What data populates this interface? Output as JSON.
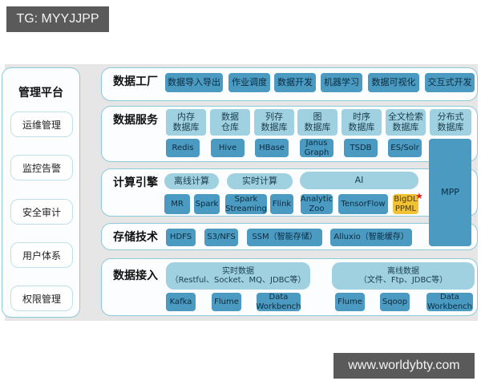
{
  "watermarks": {
    "top": "TG: MYYJJPP",
    "bottom": "www.worldybty.com"
  },
  "colors": {
    "dark_box": "#4a9ac2",
    "light_box": "#9fd1e0",
    "highlight": "#f3c233",
    "border": "#8cc9d9",
    "star": "#e02020"
  },
  "management": {
    "title": "管理平台",
    "items": [
      "运维管理",
      "监控告警",
      "安全审计",
      "用户体系",
      "权限管理"
    ]
  },
  "layers": {
    "factory": {
      "title": "数据工厂",
      "items": [
        "数据导入导出",
        "作业调度",
        "数据开发",
        "机器学习",
        "数据可视化",
        "交互式开发"
      ]
    },
    "service": {
      "title": "数据服务",
      "categories": [
        "内存\n数据库",
        "数据\n仓库",
        "列存\n数据库",
        "图\n数据库",
        "时序\n数据库",
        "全文检索\n数据库",
        "分布式\n数据库"
      ],
      "products": [
        "Redis",
        "Hive",
        "HBase",
        "Janus\nGraph",
        "TSDB",
        "ES/Solr"
      ]
    },
    "compute": {
      "title": "计算引擎",
      "groups": [
        "离线计算",
        "实时计算",
        "AI"
      ],
      "products": [
        "MR",
        "Spark",
        "Spark\nStreaming",
        "Flink",
        "Analytic\nZoo",
        "TensorFlow",
        "BigDL\nPPML"
      ],
      "highlight_mark": "★"
    },
    "storage": {
      "title": "存储技术",
      "items": [
        "HDFS",
        "S3/NFS",
        "SSM（智能存储）",
        "Alluxio（智能缓存）"
      ]
    },
    "ingest": {
      "title": "数据接入",
      "groups": [
        "实时数据\n（Restful、Socket、MQ、JDBC等）",
        "离线数据\n（文件、Ftp、JDBC等）"
      ],
      "products": [
        "Kafka",
        "Flume",
        "Data\nWorkbench",
        "Flume",
        "Sqoop",
        "Data\nWorkbench"
      ]
    },
    "mpp": {
      "label": "MPP"
    }
  }
}
